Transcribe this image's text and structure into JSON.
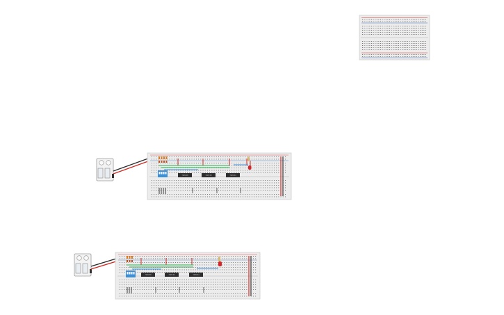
{
  "canvas": {
    "background": "#ffffff"
  },
  "colors": {
    "breadboard_body": "#ebebeb",
    "breadboard_border": "#c9c9c9",
    "hole": "#5e5e5e",
    "rail_red": "#d9342b",
    "rail_blue": "#3b6fb6",
    "wire_black": "#2b2b2b",
    "wire_red": "#d12a22",
    "wire_green": "#2fae55",
    "wire_blue": "#3a8fd8",
    "chip_body": "#2d2d2d",
    "dip_switch": "#3d8fd6",
    "led_red": "#d4262a",
    "led_orange": "#e0781c",
    "resistor_tan": "#d9b97a",
    "battery_case": "#f3f3f3"
  },
  "boards": [
    {
      "id": "board-top-right",
      "variant": "empty-breadboard",
      "components": []
    },
    {
      "id": "board-middle",
      "variant": "populated-breadboard",
      "components": [
        "battery-pack",
        "dip-switch",
        "logic-chip",
        "logic-chip",
        "logic-chip",
        "resistor",
        "led",
        "jumper-wires",
        "header-pins"
      ]
    },
    {
      "id": "board-bottom",
      "variant": "populated-breadboard",
      "components": [
        "battery-pack",
        "dip-switch",
        "logic-chip",
        "logic-chip",
        "logic-chip",
        "resistor",
        "led",
        "jumper-wires",
        "header-pins"
      ]
    }
  ]
}
